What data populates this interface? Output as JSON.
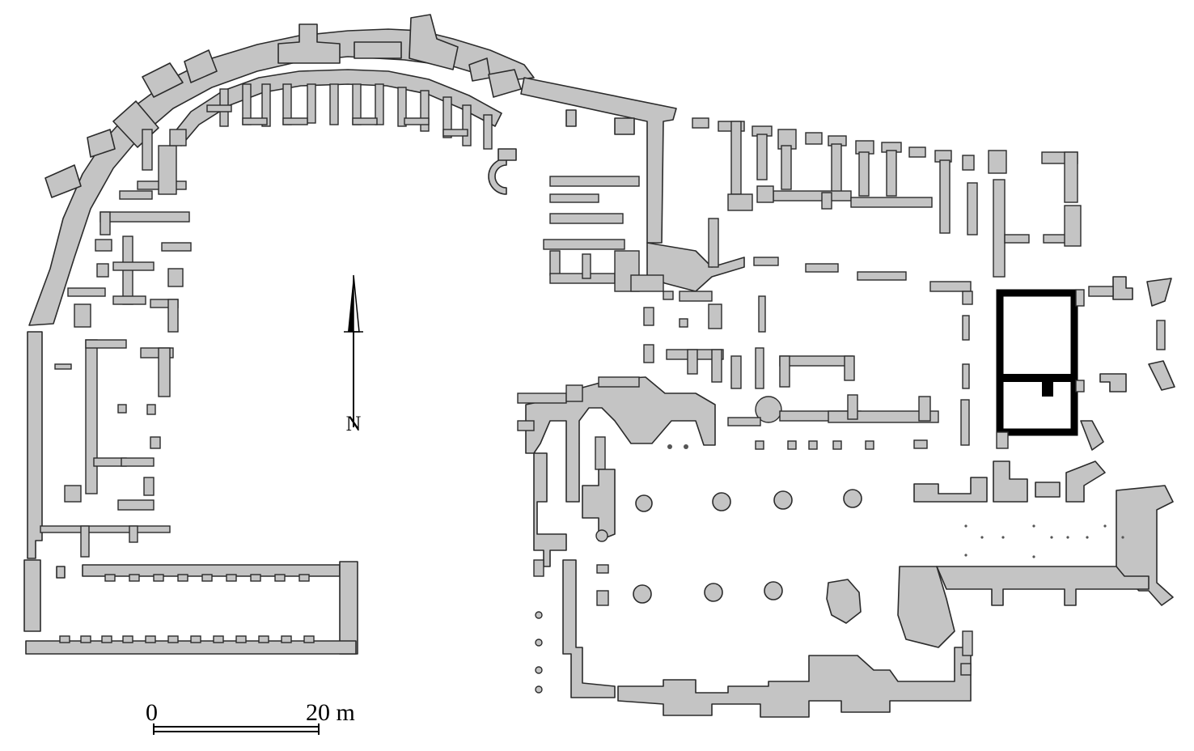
{
  "colors": {
    "wall_fill": "#c4c4c4",
    "wall_stroke": "#2b2b2b",
    "highlight": "#000000",
    "background": "#ffffff"
  },
  "north_arrow": {
    "label": "N",
    "icon": "north-arrow-icon"
  },
  "scale_bar": {
    "start_label": "0",
    "end_label": "20 m",
    "length_m": 20
  }
}
